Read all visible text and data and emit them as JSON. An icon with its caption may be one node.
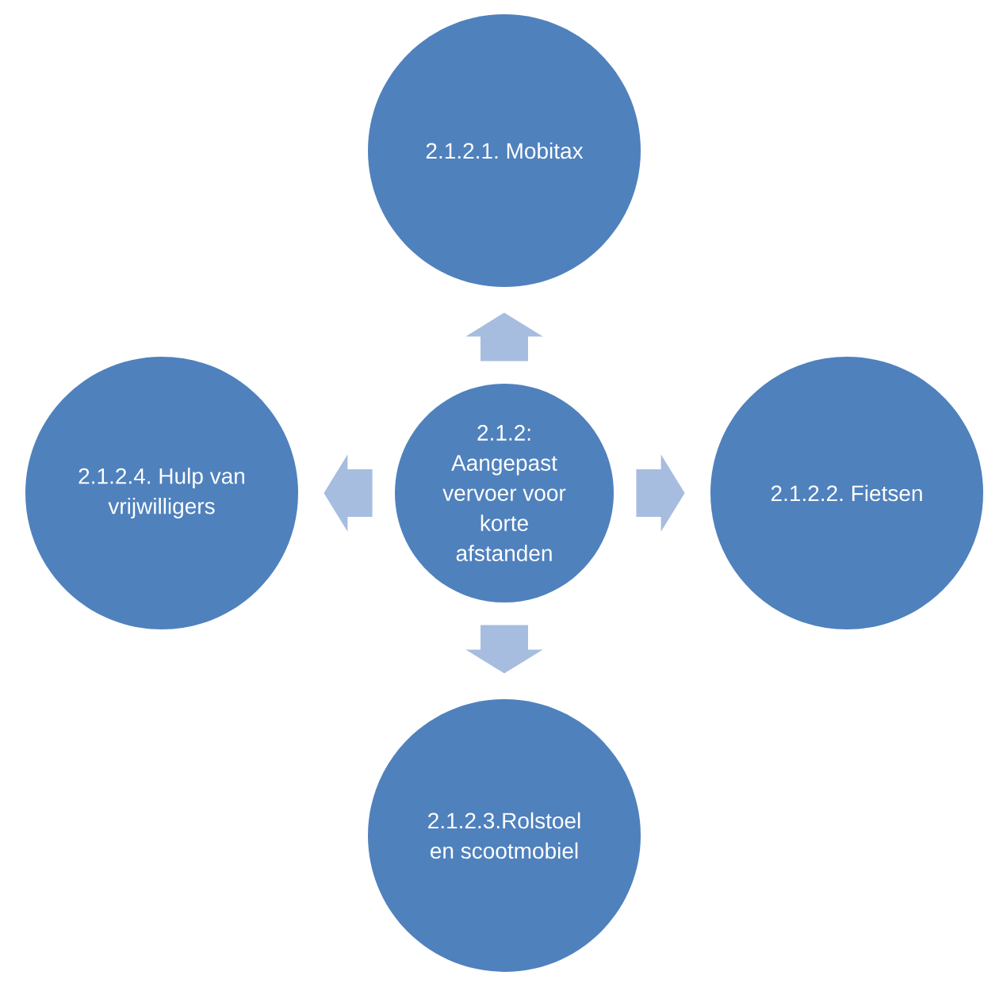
{
  "diagram": {
    "nodes": [
      {
        "text": [
          "2.1.2.1. Mobitax"
        ]
      },
      {
        "text": [
          "2.1.2.4. Hulp van vrijwilligers"
        ]
      },
      {
        "text": [
          "2.1.2: Aangepast vervoer voor korte afstanden"
        ]
      },
      {
        "text": [
          "2.1.2.2. Fietsen"
        ]
      },
      {
        "text": [
          "2.1.2.3.Rolstoel en scootmobiel"
        ]
      }
    ],
    "edges": [
      {
        "from": 2,
        "to": 0,
        "arrow": "to"
      },
      {
        "from": 2,
        "to": 3,
        "arrow": "to"
      },
      {
        "from": 2,
        "to": 4,
        "arrow": "to"
      },
      {
        "from": 2,
        "to": 1,
        "arrow": "to"
      }
    ]
  }
}
